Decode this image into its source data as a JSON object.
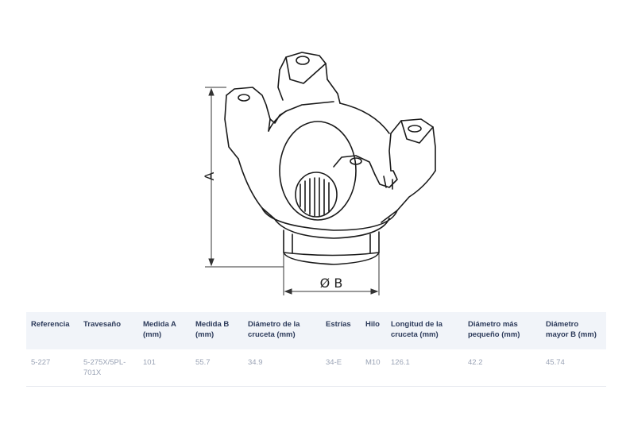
{
  "drawing": {
    "dimension_a": "A",
    "dimension_b": "Ø B"
  },
  "table": {
    "headers": [
      "Referencia",
      "Travesaño",
      "Medida A (mm)",
      "Medida B (mm)",
      "Diámetro de la cruceta (mm)",
      "Estrías",
      "Hilo",
      "Longitud de la cruceta (mm)",
      "Diámetro más pequeño (mm)",
      "Diámetro mayor B (mm)"
    ],
    "row": [
      "5-227",
      "5-275X/5PL-701X",
      "101",
      "55.7",
      "34.9",
      "34-E",
      "M10",
      "126.1",
      "42.2",
      "45.74"
    ]
  }
}
